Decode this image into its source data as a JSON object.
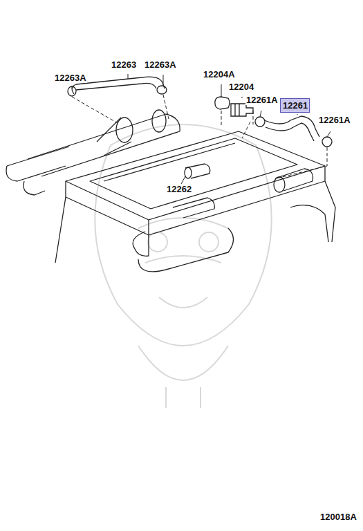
{
  "diagram": {
    "nodes": [
      {
        "text": [
          "12261"
        ]
      }
    ],
    "labels": [
      "12263A",
      "12263",
      "12263A",
      "12204A",
      "12204",
      "12261A",
      "12261A",
      "12262",
      "120018A"
    ]
  }
}
